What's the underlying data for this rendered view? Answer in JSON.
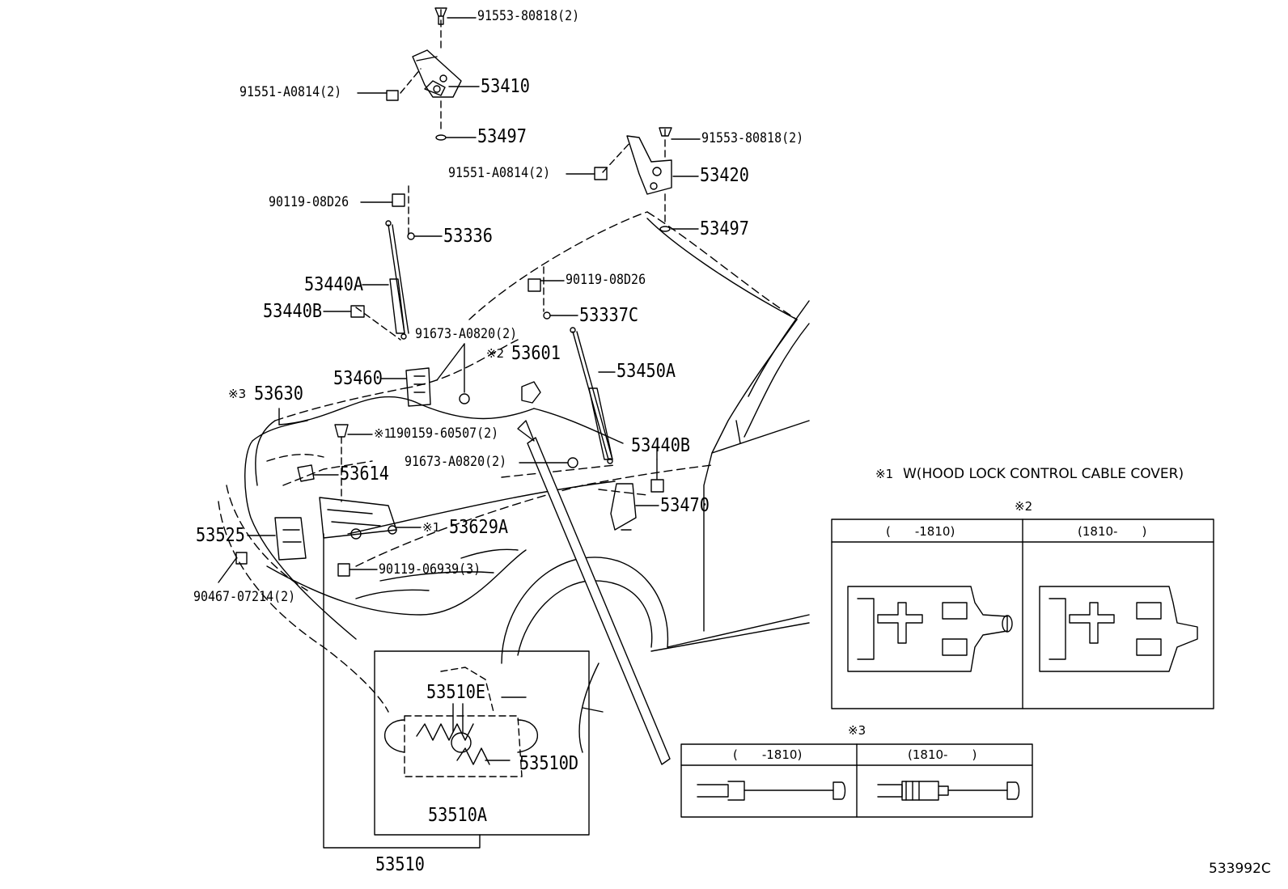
{
  "diagram_id": "533992C",
  "notes": {
    "mark1": "※1",
    "mark2": "※2",
    "mark3": "※3",
    "note1_text": "W(HOOD LOCK CONTROL CABLE COVER)"
  },
  "callouts": {
    "c_91553_top": "91553-80818(2)",
    "c_91551_left": "91551-A0814(2)",
    "c_53410": "53410",
    "c_53497_top": "53497",
    "c_91553_right": "91553-80818(2)",
    "c_91551_right": "91551-A0814(2)",
    "c_53420": "53420",
    "c_53497_right": "53497",
    "c_90119_left": "90119-08D26",
    "c_53336": "53336",
    "c_53440a": "53440A",
    "c_53440b_left": "53440B",
    "c_90119_mid": "90119-08D26",
    "c_53337c": "53337C",
    "c_91673_top": "91673-A0820(2)",
    "c_53601": "53601",
    "c_53450a": "53450A",
    "c_53460": "53460",
    "c_53630": "53630",
    "c_90159": "190159-60507(2)",
    "c_53440b_right": "53440B",
    "c_91673_mid": "91673-A0820(2)",
    "c_53614": "53614",
    "c_53470": "53470",
    "c_53629a": "53629A",
    "c_53525": "53525",
    "c_90119_bottom": "90119-06939(3)",
    "c_90467": "90467-07214(2)",
    "c_53510e": "53510E",
    "c_53510d": "53510D",
    "c_53510a": "53510A",
    "c_53510": "53510"
  },
  "table2": {
    "col1": "(　　-1810)",
    "col2": "(1810-　　)"
  },
  "table3": {
    "col1": "(　　-1810)",
    "col2": "(1810-　　)"
  },
  "colors": {
    "ink": "#000000",
    "paper": "#ffffff"
  }
}
